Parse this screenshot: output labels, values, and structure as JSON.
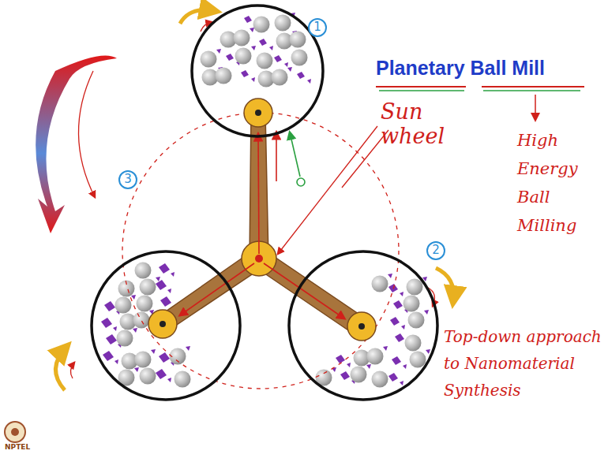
{
  "diagram": {
    "title": "Planetary Ball Mill",
    "nodes": [
      {
        "text": [
          "1"
        ]
      },
      {
        "text": [
          "3"
        ]
      },
      {
        "text": [
          "2"
        ]
      }
    ],
    "labels": [
      "Sun wheel",
      "High Energy Ball Milling",
      "Top-down approach to Nanomaterial Synthesis",
      "NPTEL"
    ]
  }
}
